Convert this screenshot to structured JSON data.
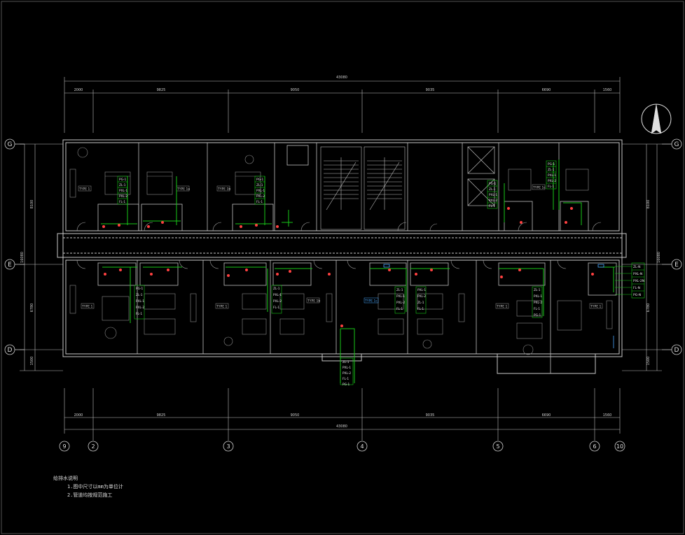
{
  "dimensions": {
    "total": "43080",
    "top_segments": [
      "2000",
      "9825",
      "9050",
      "9035",
      "6690",
      "1560"
    ],
    "bottom_segments": [
      "2000",
      "9825",
      "9050",
      "9035",
      "6690",
      "1560"
    ],
    "left_vertical": [
      "8100",
      "16080",
      "6780",
      "1500"
    ],
    "right_vertical": [
      "8100",
      "16080",
      "6780",
      "1500"
    ]
  },
  "axes": {
    "rows": [
      "G",
      "E",
      "D"
    ],
    "columns": [
      "9",
      "2",
      "3",
      "4",
      "5",
      "6",
      "10"
    ]
  },
  "rooms_upper": [
    "TYPE 1",
    "TYPE 1a",
    "TYPE 1b",
    "TYPE 1c"
  ],
  "rooms_lower": [
    "TYPE 1",
    "TYPE 1",
    "TYPE 1b",
    "TYPE 1c",
    "TYPE 1",
    "TYPE 1"
  ],
  "circuit_labels": [
    "PG-1",
    "ZL-1",
    "PXL-1",
    "PXL-2",
    "FL-1"
  ],
  "riser_labels": [
    "ZL-N",
    "PXL-N",
    "PXL-2N",
    "FL-N",
    "PG-N"
  ],
  "notes": {
    "title": "给排水说明",
    "lines": [
      "1.图中尺寸以mm为单位计",
      "2.管道均按规范施工"
    ]
  },
  "colors": {
    "background": "#000000",
    "wall": "#c8c8c8",
    "furniture": "#8a8a8a",
    "pipe": "#18c818",
    "fixture": "#ff4040",
    "dimension": "#bdbdbd",
    "accent": "#4aa8ff"
  }
}
